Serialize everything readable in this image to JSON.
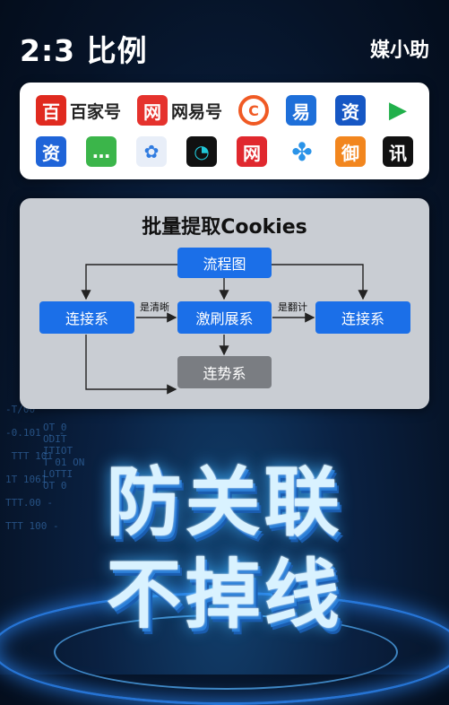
{
  "header": {
    "title": "2:3 比例",
    "brand": "媒小助"
  },
  "platforms": [
    {
      "icon": "baijiahao-icon",
      "glyph": "百",
      "label": "百家号",
      "color": "#e02a1f"
    },
    {
      "icon": "wangyihao-icon",
      "glyph": "网",
      "label": "网易号",
      "color": "#e5322d"
    },
    {
      "icon": "orange-c-icon",
      "glyph": "C",
      "color": "#f05a24"
    },
    {
      "icon": "yi-icon",
      "glyph": "易",
      "color": "#1e6fd9"
    },
    {
      "icon": "zi-icon",
      "glyph": "资",
      "color": "#1657c4"
    },
    {
      "icon": "play-icon",
      "glyph": "▶",
      "color": "#21b04b"
    },
    {
      "icon": "zi-blue-icon",
      "glyph": "资",
      "color": "#1f64d8"
    },
    {
      "icon": "chat-icon",
      "glyph": "…",
      "color": "#3bb54a"
    },
    {
      "icon": "colorful-icon",
      "glyph": "✿",
      "color": "#2f7be0"
    },
    {
      "icon": "dark-gauge-icon",
      "glyph": "◔",
      "color": "#111111"
    },
    {
      "icon": "wang-red-icon",
      "glyph": "网",
      "color": "#e0282e"
    },
    {
      "icon": "pinwheel-icon",
      "glyph": "✤",
      "color": "#2a93e8"
    },
    {
      "icon": "orange-tile-icon",
      "glyph": "御",
      "color": "#f2861e"
    },
    {
      "icon": "xun-icon",
      "glyph": "讯",
      "color": "#111111"
    }
  ],
  "diagram": {
    "title": "批量提取Cookies",
    "nodes": {
      "top": "流程图",
      "left": "连接系",
      "center": "激刷展系",
      "right": "连接系",
      "bottom": "连势系"
    },
    "edge_labels": {
      "left": "是清晰",
      "right": "是翻计"
    }
  },
  "slogan": {
    "line1": "防关联",
    "line2": "不掉线"
  }
}
